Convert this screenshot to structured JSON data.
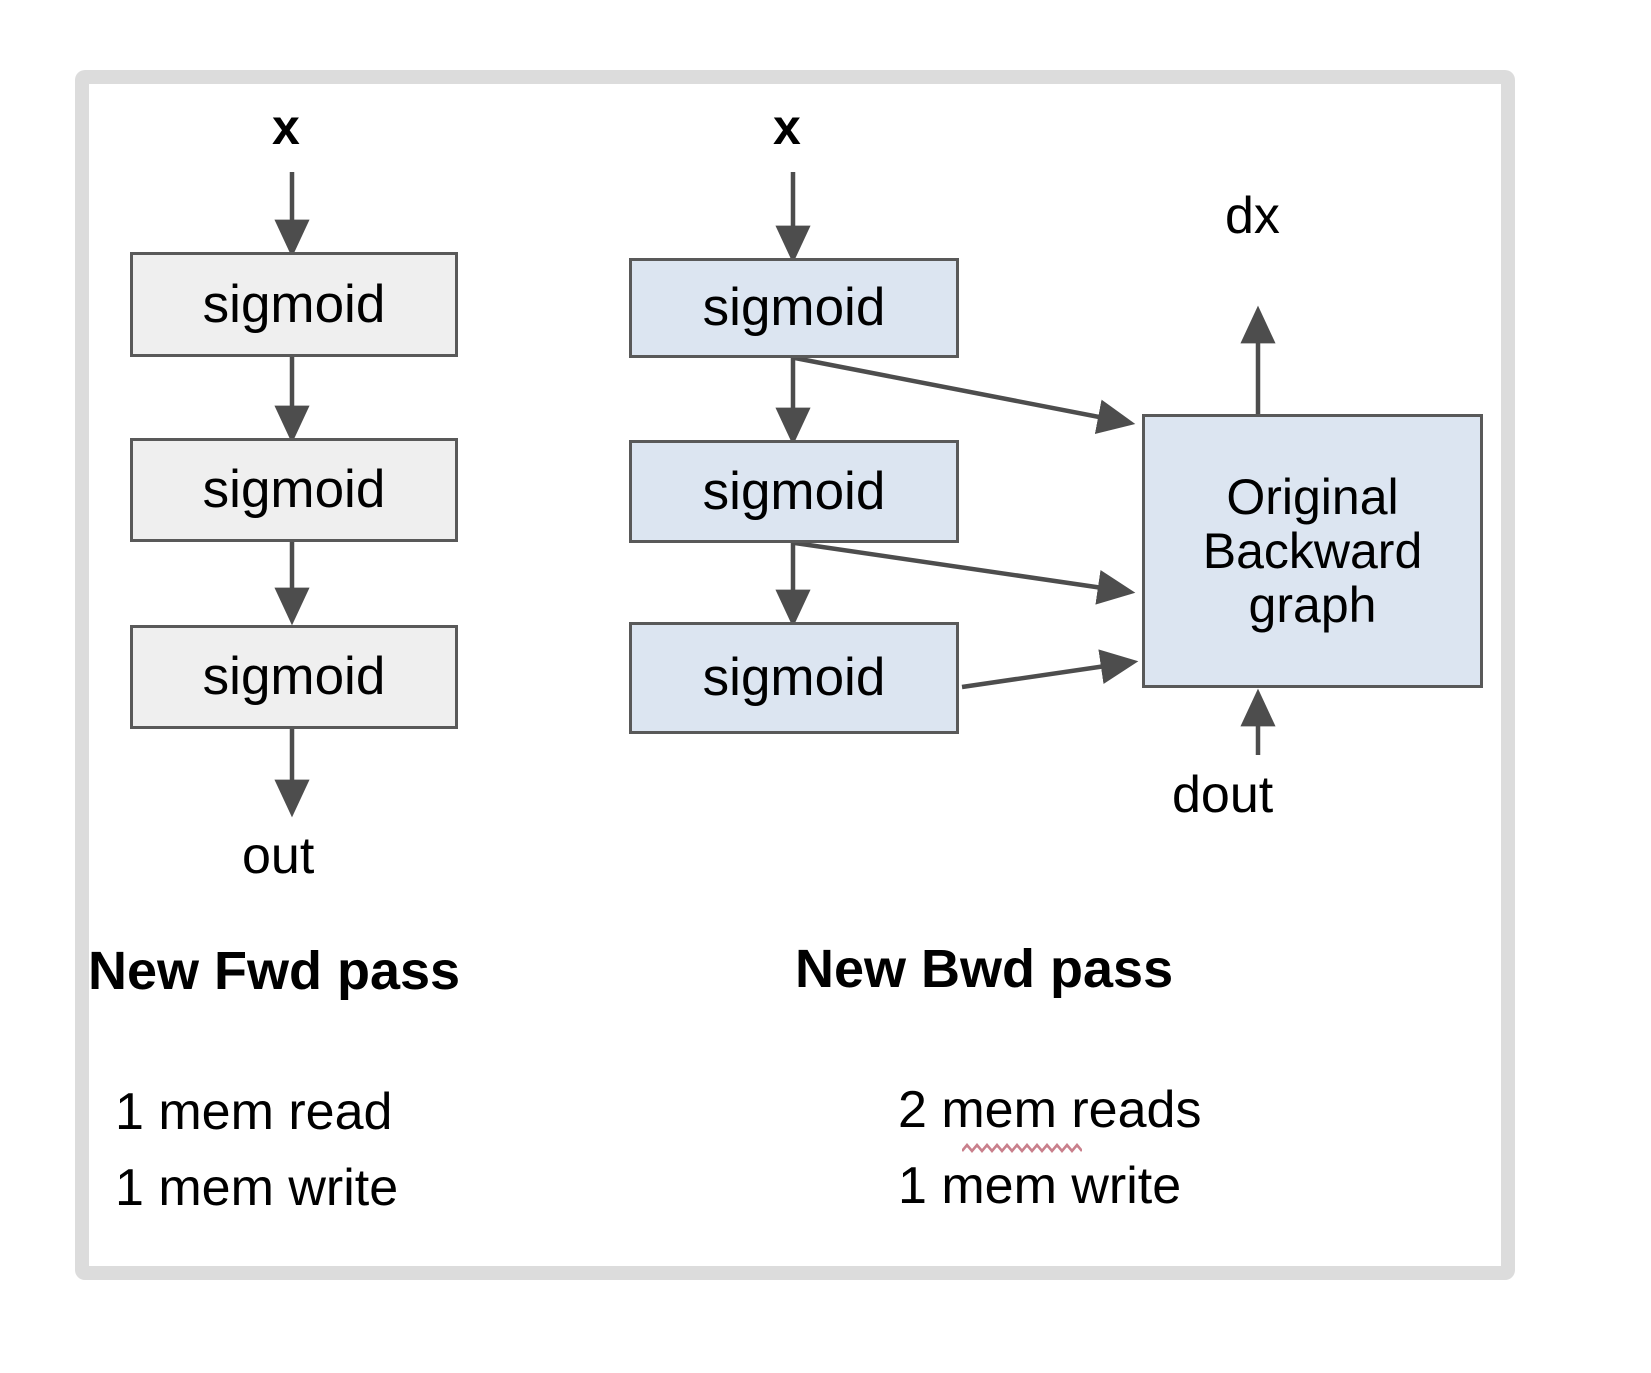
{
  "figure": {
    "background_color": "#ffffff",
    "frame_color": "#dcdcdc",
    "box_stroke_color": "#595959",
    "arrow_color": "#4d4d4d",
    "gray_fill": "#efefef",
    "blue_fill": "#dce5f1",
    "spellcheck_underline_color": "#c9808c"
  },
  "left_column": {
    "caption": "New Fwd pass",
    "input_label": "x",
    "output_label": "out",
    "nodes": [
      {
        "label": "sigmoid"
      },
      {
        "label": "sigmoid"
      },
      {
        "label": "sigmoid"
      }
    ],
    "notes": [
      "1 mem read",
      "1 mem write"
    ]
  },
  "right_column": {
    "caption": "New Bwd pass",
    "input_label": "x",
    "output_label": "dx",
    "grad_input_label": "dout",
    "nodes": [
      {
        "label": "sigmoid"
      },
      {
        "label": "sigmoid"
      },
      {
        "label": "sigmoid"
      }
    ],
    "backward_box": {
      "line1": "Original",
      "line2": "Backward",
      "line3": "graph"
    },
    "notes": [
      "2 mem reads",
      "1 mem write"
    ]
  }
}
